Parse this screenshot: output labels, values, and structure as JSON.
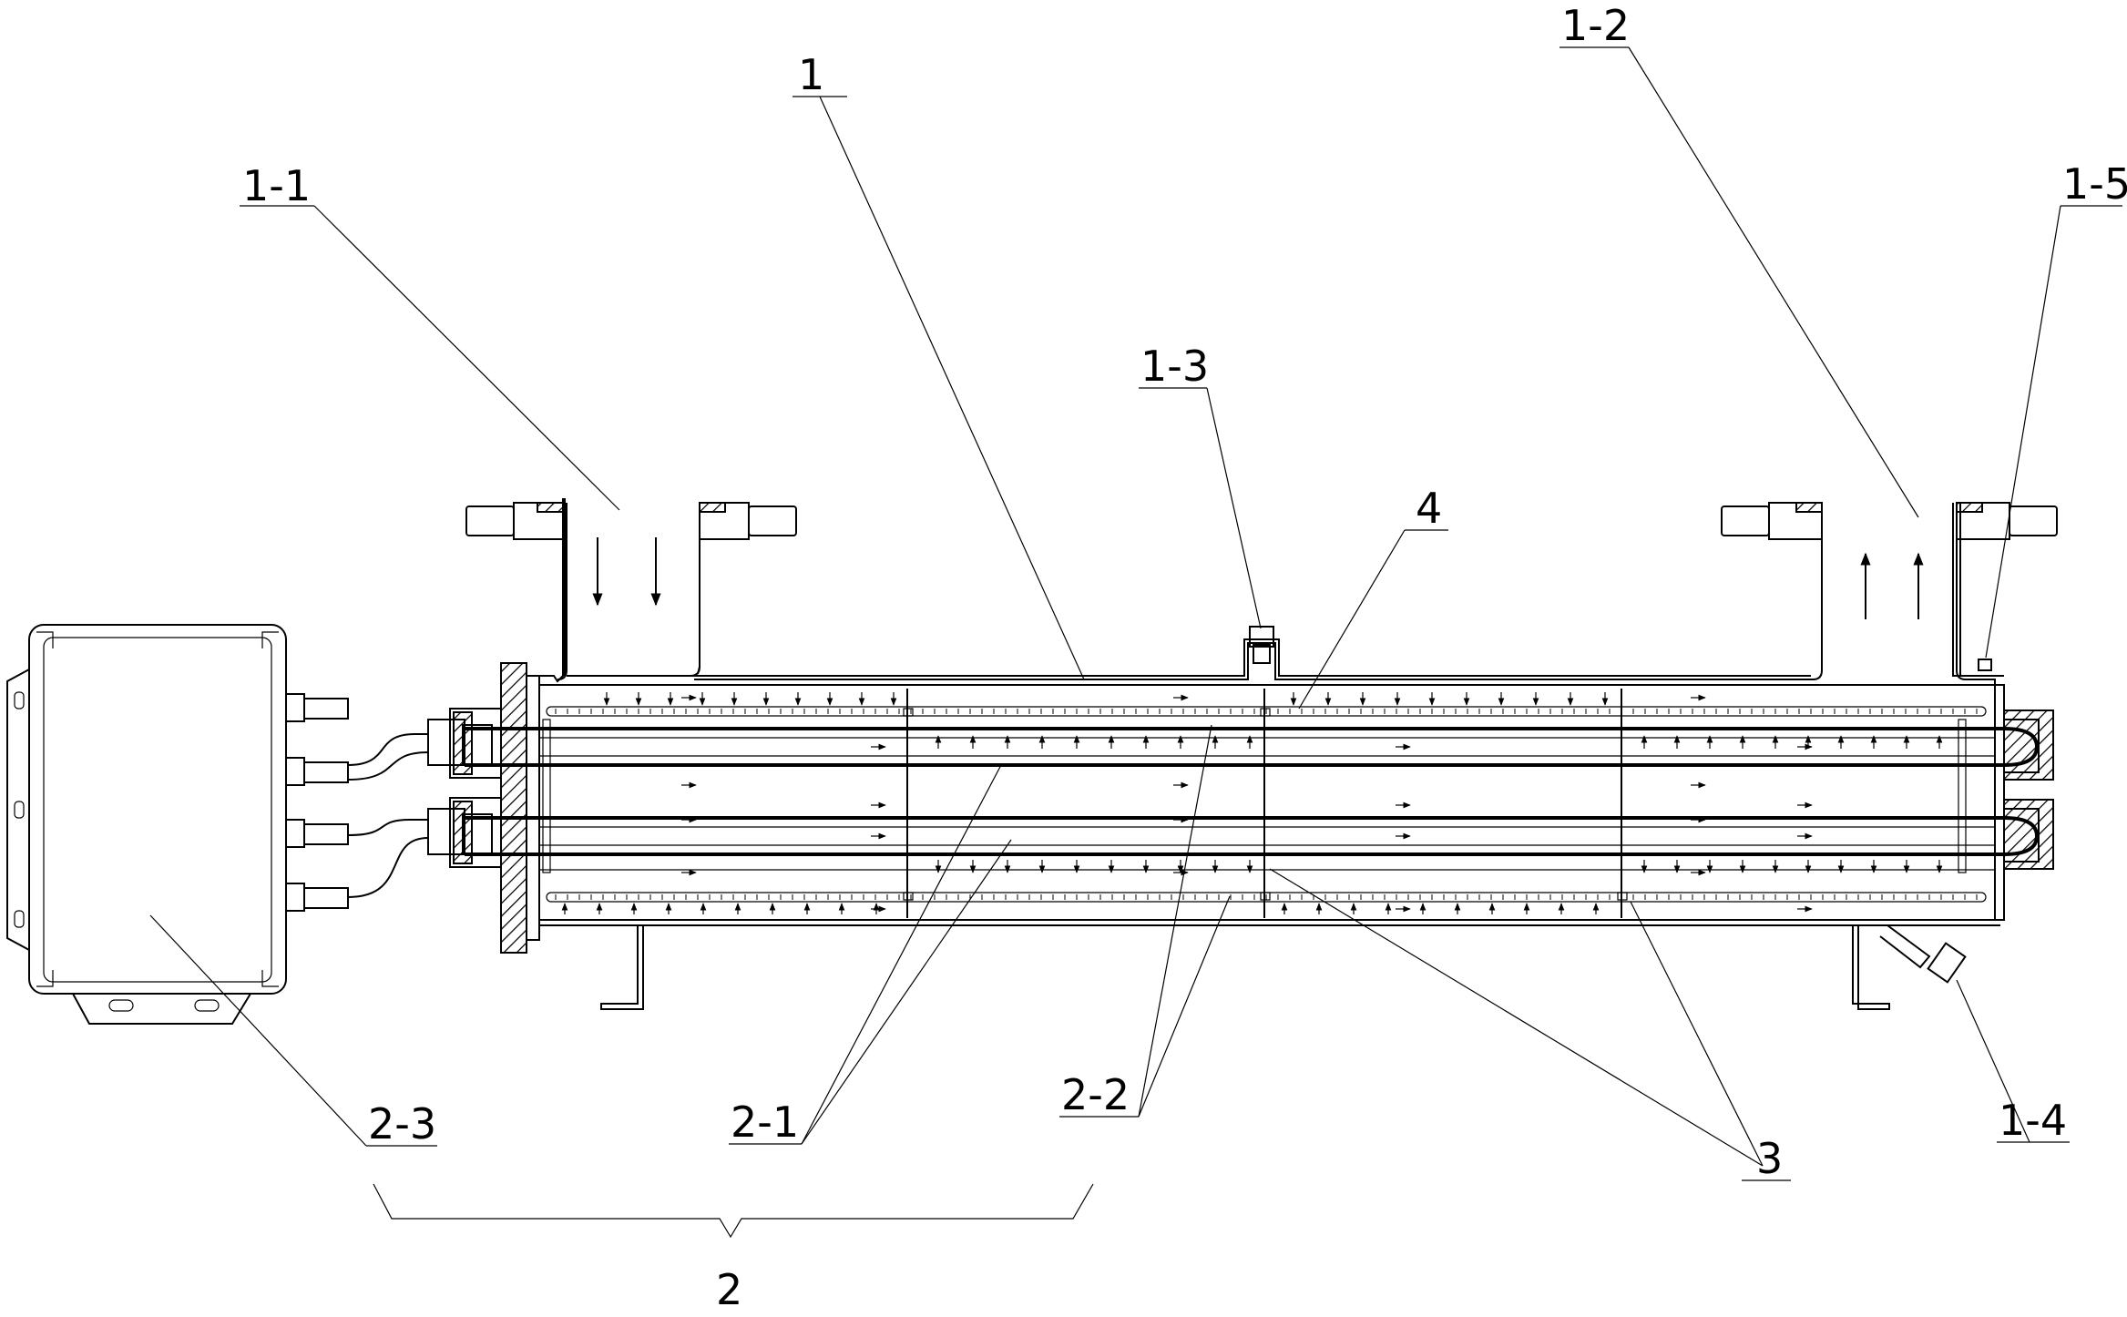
{
  "labels": {
    "l_1": "1",
    "l_1_1": "1-1",
    "l_1_2": "1-2",
    "l_1_3": "1-3",
    "l_1_4": "1-4",
    "l_1_5": "1-5",
    "l_2": "2",
    "l_2_1": "2-1",
    "l_2_2": "2-2",
    "l_2_3": "2-3",
    "l_3": "3",
    "l_4": "4"
  }
}
